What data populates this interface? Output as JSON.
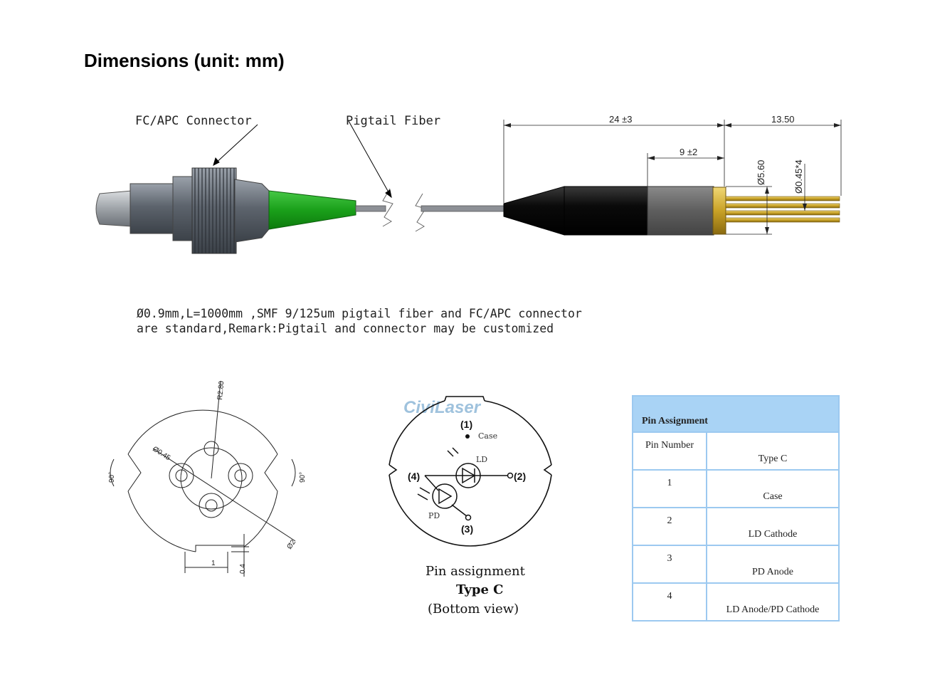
{
  "page_title": "Dimensions (unit: mm)",
  "drawing": {
    "connector_label": "FC/APC Connector",
    "fiber_label": "Pigtail Fiber",
    "dim_24": "24 ±3",
    "dim_13": "13.50",
    "dim_9": "9 ±2",
    "dim_d560": "Ø5.60",
    "dim_d045x4": "Ø0.45*4",
    "note_line1": "Ø0.9mm,L=1000mm ,SMF 9/125um pigtail fiber and FC/APC connector",
    "note_line2": "are standard,Remark:Pigtail and connector may be customized"
  },
  "bottom_view": {
    "r280": "R2.80",
    "d045": "Ø0.45",
    "d2": "Ø2",
    "angle_left": "90°",
    "angle_right": "90°",
    "dim_1": "1",
    "dim_04": "0.4"
  },
  "pin_diagram": {
    "logo": "CiviLaser",
    "pin1": "(1)",
    "pin2": "(2)",
    "pin3": "(3)",
    "pin4": "(4)",
    "case_label": "Case",
    "ld_label": "LD",
    "pd_label": "PD",
    "caption1": "Pin assignment",
    "caption2": "Type C",
    "caption3": "(Bottom view)"
  },
  "pin_table": {
    "title": "Pin Assignment",
    "col1": "Pin Number",
    "col2": "Type C",
    "rows": [
      {
        "pin": "1",
        "func": "Case"
      },
      {
        "pin": "2",
        "func": "LD Cathode"
      },
      {
        "pin": "3",
        "func": "PD Anode"
      },
      {
        "pin": "4",
        "func": "LD Anode/PD Cathode"
      }
    ]
  },
  "colors": {
    "green_boot": "#1aa01a",
    "connector_gray": "#6b7280",
    "gold_pins": "#c9a227",
    "table_border": "#9cc9f0",
    "table_header": "#a9d3f5"
  }
}
